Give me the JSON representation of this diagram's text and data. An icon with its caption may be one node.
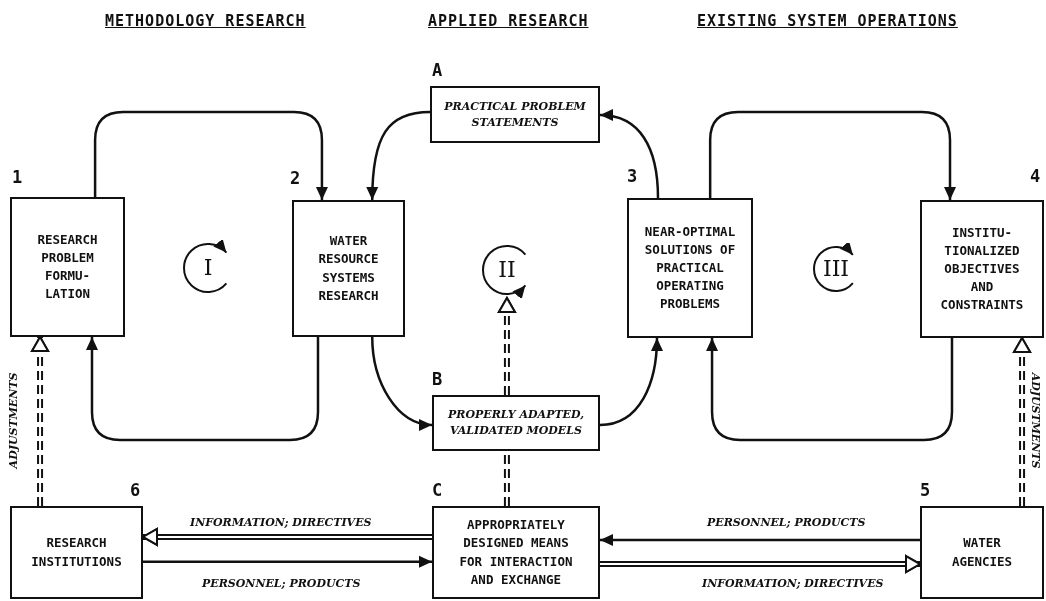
{
  "diagram": {
    "nodes": [
      {
        "text": [
          "RESEARCH PROBLEM FORMU- LATION"
        ],
        "beside": [
          "1"
        ]
      },
      {
        "text": [
          "WATER RESOURCE SYSTEMS RESEARCH"
        ],
        "beside": [
          "2"
        ]
      },
      {
        "text": [
          "PRACTICAL PROBLEM STATEMENTS"
        ],
        "beside": [
          "A"
        ]
      },
      {
        "text": [
          "NEAR-OPTIMAL SOLUTIONS OF PRACTICAL OPERATING PROBLEMS"
        ],
        "beside": [
          "3"
        ]
      },
      {
        "text": [
          "INSTITU- TIONALIZED OBJECTIVES AND CONSTRAINTS"
        ],
        "beside": [
          "4"
        ]
      },
      {
        "text": [
          "PROPERLY ADAPTED, VALIDATED MODELS"
        ],
        "beside": [
          "B"
        ]
      },
      {
        "text": [
          "RESEARCH INSTITUTIONS"
        ],
        "beside": [
          "6"
        ]
      },
      {
        "text": [
          "APPROPRIATELY DESIGNED MEANS FOR INTERACTION AND EXCHANGE"
        ],
        "beside": [
          "C"
        ]
      },
      {
        "text": [
          "WATER AGENCIES"
        ],
        "beside": [
          "5"
        ]
      },
      {
        "text": [
          "I"
        ]
      },
      {
        "text": [
          "II"
        ]
      },
      {
        "text": [
          "III"
        ]
      }
    ],
    "edges": [
      {
        "from": 0,
        "to": 1,
        "arrow": "to"
      },
      {
        "from": 2,
        "to": 1,
        "arrow": "to"
      },
      {
        "from": 3,
        "to": 2,
        "arrow": "to"
      },
      {
        "from": 3,
        "to": 4,
        "arrow": "to"
      },
      {
        "from": 1,
        "to": 0,
        "arrow": "to"
      },
      {
        "from": 1,
        "to": 5,
        "arrow": "to"
      },
      {
        "from": 5,
        "to": 3,
        "arrow": "to"
      },
      {
        "from": 4,
        "to": 3,
        "arrow": "to"
      },
      {
        "from": 6,
        "to": 0,
        "arrow": "to",
        "style": "dashed",
        "label": "ADJUSTMENTS"
      },
      {
        "from": 8,
        "to": 4,
        "arrow": "to",
        "style": "dashed",
        "label": "ADJUSTMENTS"
      },
      {
        "from": 7,
        "to": 5,
        "arrow": "none",
        "style": "dashed"
      },
      {
        "from": 5,
        "to": 10,
        "arrow": "to",
        "style": "dashed"
      },
      {
        "from": 7,
        "to": 6,
        "arrow": "to",
        "style": "thick",
        "label": "INFORMATION; DIRECTIVES"
      },
      {
        "from": 6,
        "to": 7,
        "arrow": "to",
        "label": "PERSONNEL; PRODUCTS"
      },
      {
        "from": 8,
        "to": 7,
        "arrow": "to",
        "label": "PERSONNEL; PRODUCTS"
      },
      {
        "from": 7,
        "to": 8,
        "arrow": "to",
        "style": "thick",
        "label": "INFORMATION; DIRECTIVES"
      }
    ],
    "labels": [
      "METHODOLOGY RESEARCH",
      "APPLIED RESEARCH",
      "EXISTING SYSTEM OPERATIONS"
    ]
  }
}
